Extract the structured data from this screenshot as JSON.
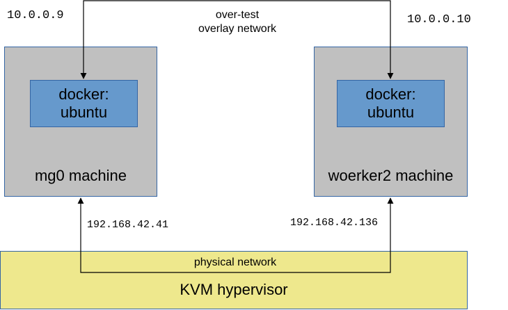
{
  "overlay": {
    "label_line1": "over-test",
    "label_line2": "overlay network",
    "left_ip": "10.0.0.9",
    "right_ip": "10.0.0.10"
  },
  "machines": {
    "left": {
      "label": "mg0 machine",
      "docker_line1": "docker:",
      "docker_line2": "ubuntu",
      "physical_ip": "192.168.42.41"
    },
    "right": {
      "label": "woerker2 machine",
      "docker_line1": "docker:",
      "docker_line2": "ubuntu",
      "physical_ip": "192.168.42.136"
    }
  },
  "hypervisor": {
    "label": "KVM hypervisor",
    "network_label": "physical network"
  },
  "colors": {
    "machine_fill": "#c0c0c0",
    "docker_fill": "#6699cc",
    "border": "#3465a4",
    "hypervisor_fill": "#eee88d",
    "line": "#000000"
  }
}
